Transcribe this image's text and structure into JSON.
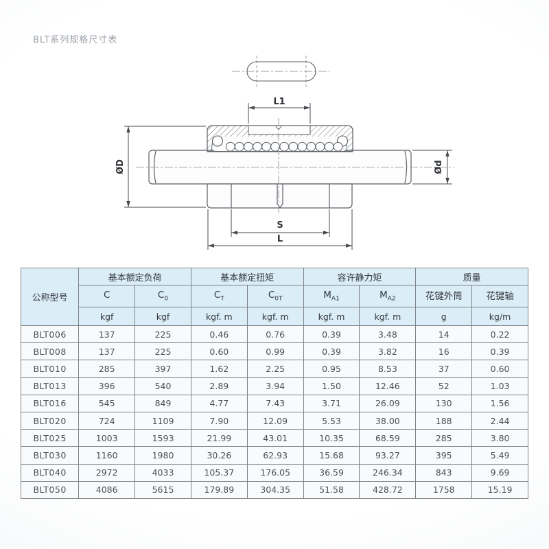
{
  "page": {
    "title": "BLT系列规格尺寸表"
  },
  "diagram": {
    "labels": {
      "L1": "L1",
      "OD": "ØD",
      "Od": "Ød",
      "S": "S",
      "L": "L"
    }
  },
  "table": {
    "model_header": "公称型号",
    "groups": [
      {
        "label": "基本额定负荷",
        "cols": [
          {
            "base": "C",
            "sub": ""
          },
          {
            "base": "C",
            "sub": "0"
          }
        ],
        "units": [
          "kgf",
          "kgf"
        ]
      },
      {
        "label": "基本额定扭矩",
        "cols": [
          {
            "base": "C",
            "sub": "T"
          },
          {
            "base": "C",
            "sub": "0T"
          }
        ],
        "units": [
          "kgf. m",
          "kgf. m"
        ]
      },
      {
        "label": "容许静力矩",
        "cols": [
          {
            "base": "M",
            "sub": "A1"
          },
          {
            "base": "M",
            "sub": "A2"
          }
        ],
        "units": [
          "kgf. m",
          "kgf. m"
        ]
      },
      {
        "label": "质量",
        "cols": [
          {
            "base": "花键外筒",
            "sub": ""
          },
          {
            "base": "花键轴",
            "sub": ""
          }
        ],
        "units": [
          "g",
          "kg/m"
        ]
      }
    ],
    "rows": [
      [
        "BLT006",
        "137",
        "225",
        "0.46",
        "0.76",
        "0.39",
        "3.48",
        "14",
        "0.22"
      ],
      [
        "BLT008",
        "137",
        "225",
        "0.60",
        "0.99",
        "0.39",
        "3.82",
        "16",
        "0.39"
      ],
      [
        "BLT010",
        "285",
        "397",
        "1.62",
        "2.25",
        "0.95",
        "8.53",
        "37",
        "0.60"
      ],
      [
        "BLT013",
        "396",
        "540",
        "2.89",
        "3.94",
        "1.50",
        "12.46",
        "52",
        "1.03"
      ],
      [
        "BLT016",
        "545",
        "849",
        "4.77",
        "7.43",
        "3.71",
        "26.09",
        "130",
        "1.56"
      ],
      [
        "BLT020",
        "724",
        "1109",
        "7.90",
        "12.09",
        "5.53",
        "38.00",
        "188",
        "2.44"
      ],
      [
        "BLT025",
        "1003",
        "1593",
        "21.99",
        "43.01",
        "10.35",
        "68.59",
        "285",
        "3.80"
      ],
      [
        "BLT030",
        "1160",
        "1980",
        "30.26",
        "62.93",
        "15.68",
        "93.27",
        "395",
        "5.49"
      ],
      [
        "BLT040",
        "2972",
        "4033",
        "105.37",
        "176.05",
        "36.59",
        "246.34",
        "843",
        "9.69"
      ],
      [
        "BLT050",
        "4086",
        "5615",
        "179.89",
        "304.35",
        "51.58",
        "428.72",
        "1758",
        "15.19"
      ]
    ]
  }
}
